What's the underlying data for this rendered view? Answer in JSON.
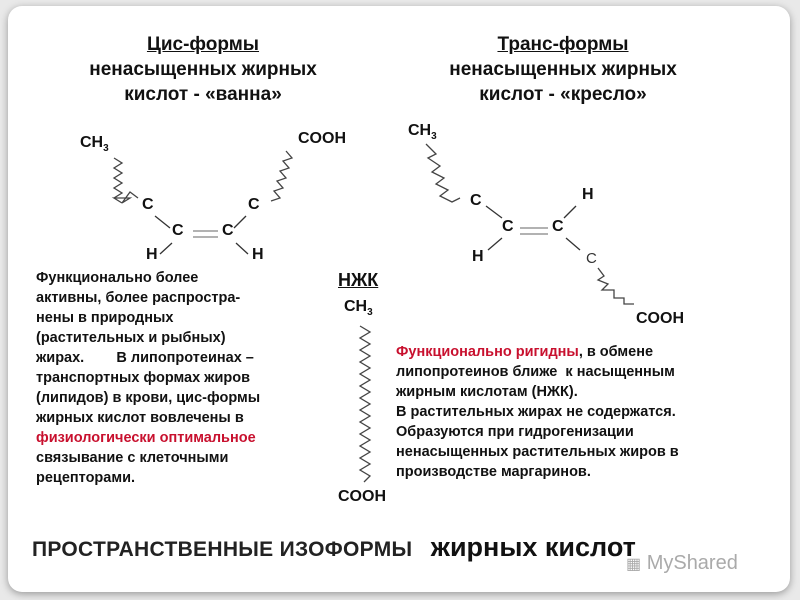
{
  "cis": {
    "title": "Цис-формы",
    "line2": "ненасыщенных жирных",
    "line3": "кислот - «ванна»",
    "ch3": "CH",
    "ch3_sub": "3",
    "cooh": "COOH",
    "c1": "C",
    "c2": "C",
    "c3": "C",
    "c4": "C",
    "h1": "H",
    "h2": "H",
    "text": [
      {
        "parts": [
          {
            "t": "Функционально более"
          }
        ]
      },
      {
        "parts": [
          {
            "t": "активны, более распростра-"
          }
        ]
      },
      {
        "parts": [
          {
            "t": "нены в природных"
          }
        ]
      },
      {
        "parts": [
          {
            "t": "(растительных и рыбных)"
          }
        ]
      },
      {
        "parts": [
          {
            "t": "жирах.        В липопротеинах –"
          }
        ]
      },
      {
        "parts": [
          {
            "t": "транспортных формах жиров"
          }
        ]
      },
      {
        "parts": [
          {
            "t": "(липидов) в крови, цис-формы"
          }
        ]
      },
      {
        "parts": [
          {
            "t": "жирных кислот вовлечены в"
          }
        ]
      },
      {
        "parts": [
          {
            "t": "физиологически оптимальное",
            "red": true
          }
        ]
      },
      {
        "parts": [
          {
            "t": "связывание с клеточными"
          }
        ]
      },
      {
        "parts": [
          {
            "t": "рецепторами."
          }
        ]
      }
    ]
  },
  "trans": {
    "title": "Транс-формы",
    "line2": "ненасыщенных жирных",
    "line3": "кислот - «кресло»",
    "ch3": "CH",
    "ch3_sub": "3",
    "cooh": "COOH",
    "c1": "C",
    "c2": "C",
    "c3": "C",
    "c4": "C",
    "h1": "H",
    "h2": "H",
    "text": [
      {
        "parts": [
          {
            "t": "Функционально ригидны",
            "red": true
          },
          {
            "t": ", в обмене"
          }
        ]
      },
      {
        "parts": [
          {
            "t": "липопротеинов ближе  к насыщенным"
          }
        ]
      },
      {
        "parts": [
          {
            "t": "жирным кислотам (НЖК)."
          }
        ]
      },
      {
        "parts": [
          {
            "t": "В растительных жирах не содержатся."
          }
        ]
      },
      {
        "parts": [
          {
            "t": "Образуются при гидрогенизации"
          }
        ]
      },
      {
        "parts": [
          {
            "t": "ненасыщенных растительных жиров в"
          }
        ]
      },
      {
        "parts": [
          {
            "t": "производстве маргаринов."
          }
        ]
      }
    ]
  },
  "sfa": {
    "label": "НЖК",
    "ch3": "CH",
    "ch3_sub": "3",
    "cooh": "COOH"
  },
  "footer": {
    "part1": "ПРОСТРАНСТВЕННЫЕ ИЗОФОРМЫ",
    "part2": "жирных кислот"
  },
  "watermark": "MyShared",
  "colors": {
    "highlight": "#c8102e",
    "text": "#111111",
    "watermark": "#aaaaaa"
  }
}
